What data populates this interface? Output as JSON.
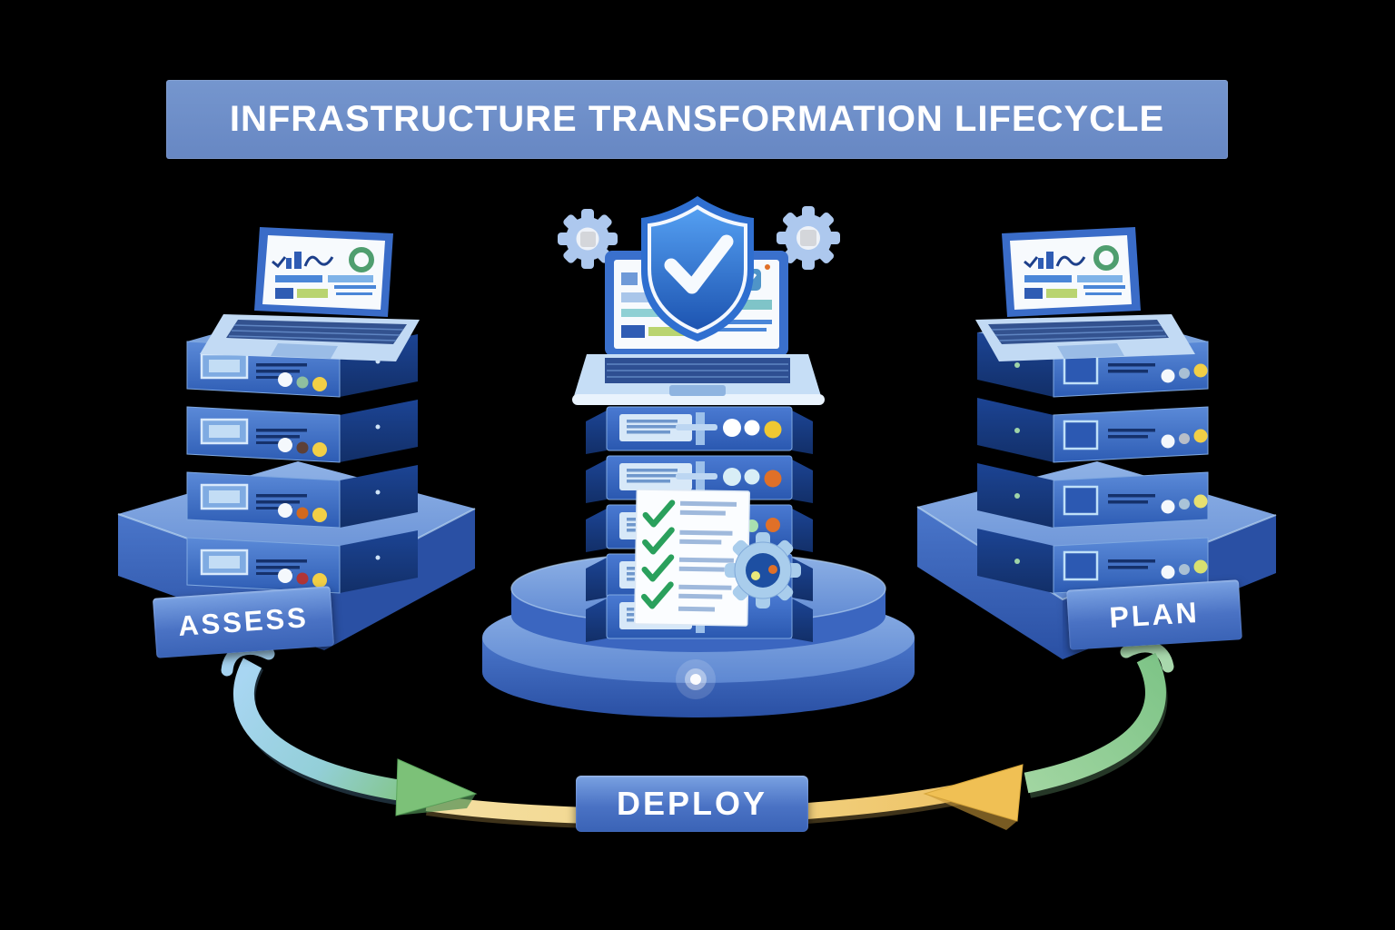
{
  "title": "INFRASTRUCTURE TRANSFORMATION LIFECYCLE",
  "stages": {
    "assess": {
      "label": "ASSESS"
    },
    "plan": {
      "label": "PLAN"
    },
    "deploy": {
      "label": "DEPLOY"
    }
  },
  "icons": {
    "shield_check": "shield-with-checkmark",
    "gears": "settings-gears",
    "checklist": "checklist-document-with-green-checkmarks",
    "server_stacks": "rack-server-stacks-with-laptops",
    "platform": "circular-pedestal",
    "cycle_arrows": "curved-lifecycle-arrows"
  },
  "palette": {
    "background": "#000000",
    "banner_blue": "#6e8fca",
    "label_blue_top": "#7aa2e2",
    "label_blue_bottom": "#3a63b6",
    "server_front_blue": "#3f6fc6",
    "server_side_navy": "#16377c",
    "panel_light_blue": "#cfe3f7",
    "platform_blue": "#4a78c8",
    "shield_blue": "#2e6fd4",
    "gear_light_blue": "#adc8ee",
    "check_green": "#2aa05c",
    "arrow_blue": "#a8d6f2",
    "arrow_green": "#82c584",
    "arrow_yellow": "#eec264",
    "led_yellow": "#f2cf46",
    "led_orange": "#e07028",
    "led_red": "#b03535"
  }
}
